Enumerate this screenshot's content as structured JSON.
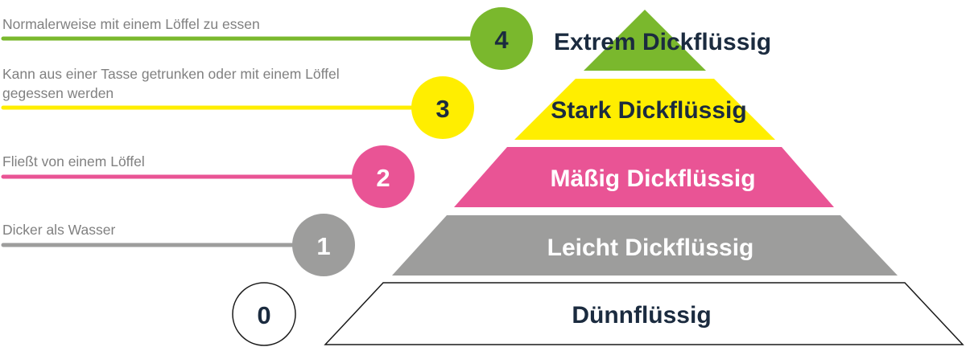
{
  "levels": [
    {
      "number": "4",
      "name": "Extrem Dickflüssig",
      "description": "Normalerweise mit einem Löffel zu essen",
      "description_line2": "",
      "color": "#7ab82d",
      "text_color": "#1b2b3f"
    },
    {
      "number": "3",
      "name": "Stark Dickflüssig",
      "description": "Kann aus einer Tasse getrunken oder mit einem Löffel",
      "description_line2": "gegessen werden",
      "color": "#ffee00",
      "text_color": "#1b2b3f"
    },
    {
      "number": "2",
      "name": "Mäßig Dickflüssig",
      "description": "Fließt von einem Löffel",
      "description_line2": "",
      "color": "#e95495",
      "text_color": "#ffffff"
    },
    {
      "number": "1",
      "name": "Leicht Dickflüssig",
      "description": "Dicker als Wasser",
      "description_line2": "",
      "color": "#9d9d9c",
      "text_color": "#ffffff"
    },
    {
      "number": "0",
      "name": "Dünnflüssig",
      "description": "",
      "description_line2": "",
      "color": "#ffffff",
      "text_color": "#1b2b3f"
    }
  ]
}
